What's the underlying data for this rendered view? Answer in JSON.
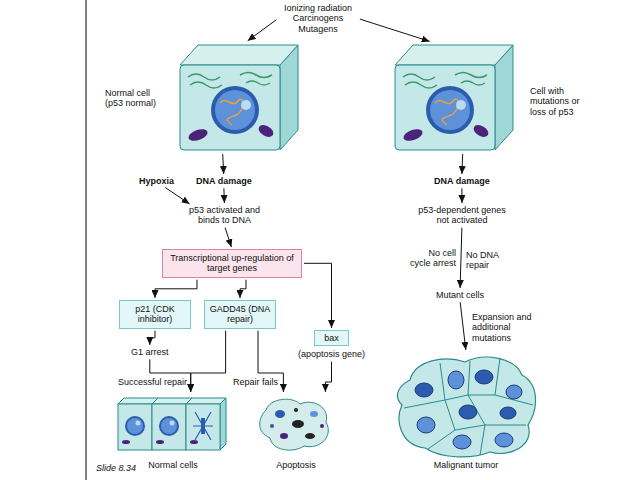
{
  "diagram": {
    "nodes": [
      {
        "text": [
          "Ionizing radiation Carcinogens Mutagens"
        ]
      },
      {
        "text": [
          "Normal cell (p53 normal)"
        ]
      },
      {
        "text": [
          "Cell with mutations or loss of p53"
        ]
      },
      {
        "text": [
          "Hypoxia"
        ]
      },
      {
        "text": [
          "DNA damage"
        ]
      },
      {
        "text": [
          "DNA damage"
        ]
      },
      {
        "text": [
          "p53 activated and binds to DNA"
        ]
      },
      {
        "text": [
          "p53-dependent genes not activated"
        ]
      },
      {
        "text": [
          "Transcriptional up-regulation of target genes"
        ]
      },
      {
        "text": [
          "p21 (CDK inhibitor)"
        ]
      },
      {
        "text": [
          "GADD45 (DNA repair)"
        ]
      },
      {
        "text": [
          "bax",
          "(apoptosis gene)"
        ]
      },
      {
        "text": [
          "Mutant cells"
        ]
      },
      {
        "text": [
          "G1 arrest"
        ]
      },
      {
        "text": [
          "Normal cells"
        ]
      },
      {
        "text": [
          "Apoptosis"
        ]
      },
      {
        "text": [
          "Malignant tumor"
        ]
      }
    ],
    "edges": [
      {
        "from": 0,
        "to": 1,
        "arrow": "to"
      },
      {
        "from": 0,
        "to": 2,
        "arrow": "to"
      },
      {
        "from": 1,
        "to": 4,
        "arrow": "to"
      },
      {
        "from": 2,
        "to": 5,
        "arrow": "to"
      },
      {
        "from": 3,
        "to": 6,
        "arrow": "to"
      },
      {
        "from": 4,
        "to": 6,
        "arrow": "to"
      },
      {
        "from": 5,
        "to": 7,
        "arrow": "to"
      },
      {
        "from": 6,
        "to": 8,
        "arrow": "to"
      },
      {
        "from": 8,
        "to": 9,
        "arrow": "to"
      },
      {
        "from": 8,
        "to": 10,
        "arrow": "to"
      },
      {
        "from": 8,
        "to": 11,
        "arrow": "to"
      },
      {
        "from": 7,
        "to": 12,
        "arrow": "to"
      },
      {
        "from": 9,
        "to": 13,
        "arrow": "to"
      },
      {
        "from": 13,
        "to": 14,
        "label": "Successful repair",
        "arrow": "to"
      },
      {
        "from": 10,
        "to": 14,
        "arrow": "to"
      },
      {
        "from": 10,
        "to": 15,
        "label": "Repair fails",
        "arrow": "to"
      },
      {
        "from": 11,
        "to": 15,
        "arrow": "to"
      },
      {
        "from": 12,
        "to": 16,
        "label": "Expansion and additional mutations",
        "arrow": "to"
      }
    ],
    "labels": [
      "No cell cycle arrest",
      "No DNA repair",
      "Slide 8.34"
    ]
  }
}
